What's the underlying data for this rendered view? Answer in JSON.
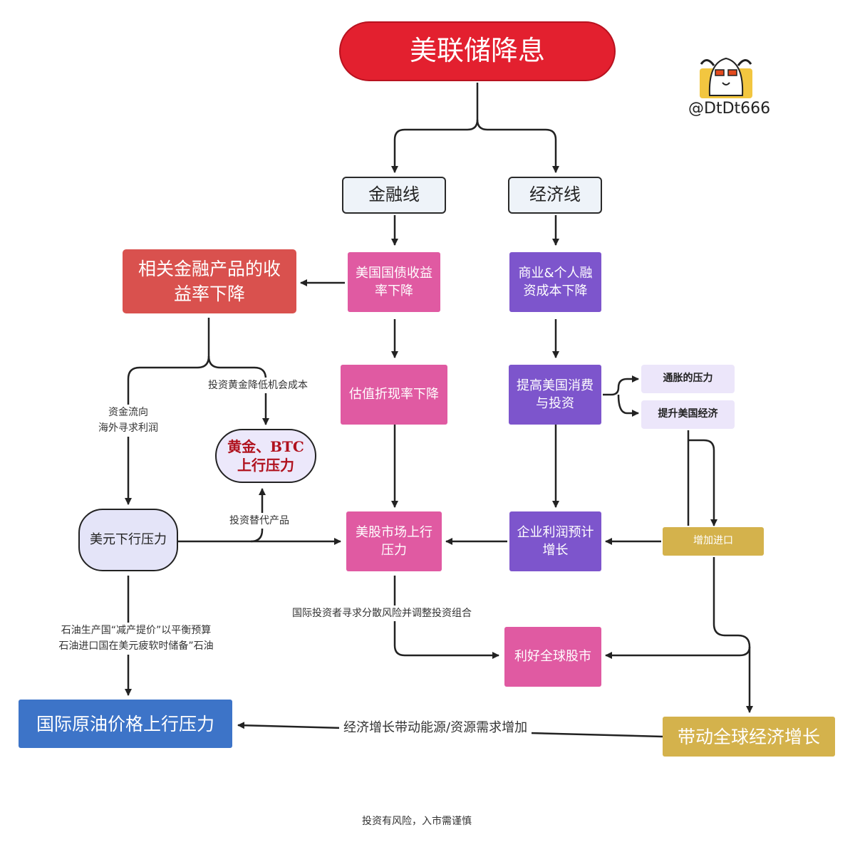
{
  "title": "美联储降息",
  "watermark": "@DtDt666",
  "branches": {
    "finance": "金融线",
    "economy": "经济线"
  },
  "nodes": {
    "financial_yield": "相关金融产品的收益率下降",
    "treasury_yield": "美国国债收益率下降",
    "financing_cost": "商业&个人融资成本下降",
    "discount_rate": "估值折现率下降",
    "consumption": "提高美国消费与投资",
    "inflation": "通胀的压力",
    "boost_economy": "提升美国经济",
    "gold_btc": "黄金、BTC 上行压力",
    "dollar_down": "美元下行压力",
    "us_stocks": "美股市场上行压力",
    "corp_profit": "企业利润预计增长",
    "more_imports": "增加进口",
    "global_stocks": "利好全球股市",
    "oil": "国际原油价格上行压力",
    "global_growth": "带动全球经济增长"
  },
  "labels": {
    "gold_cost": "投资黄金降低机会成本",
    "capital_flow_line1": "资金流向",
    "capital_flow_line2": "海外寻求利润",
    "alt_products": "投资替代产品",
    "oil_note_line1": "石油生产国“减产提价”以平衡预算",
    "oil_note_line2": "石油进口国在美元疲软时储备”石油",
    "diversify": "国际投资者寻求分散风险并调整投资组合",
    "energy_demand": "经济增长带动能源/资源需求增加"
  },
  "footer": "投资有风险，入市需谨慎",
  "colors": {
    "title": "#e3202f",
    "red_box": "#d9514e",
    "pink_box": "#e05aa2",
    "purple_box": "#7d55cc",
    "lavender_box": "#ece6fa",
    "gold_box": "#d4b24c",
    "blue_box": "#3d74c8",
    "gold_btc_text": "#b0121e"
  }
}
